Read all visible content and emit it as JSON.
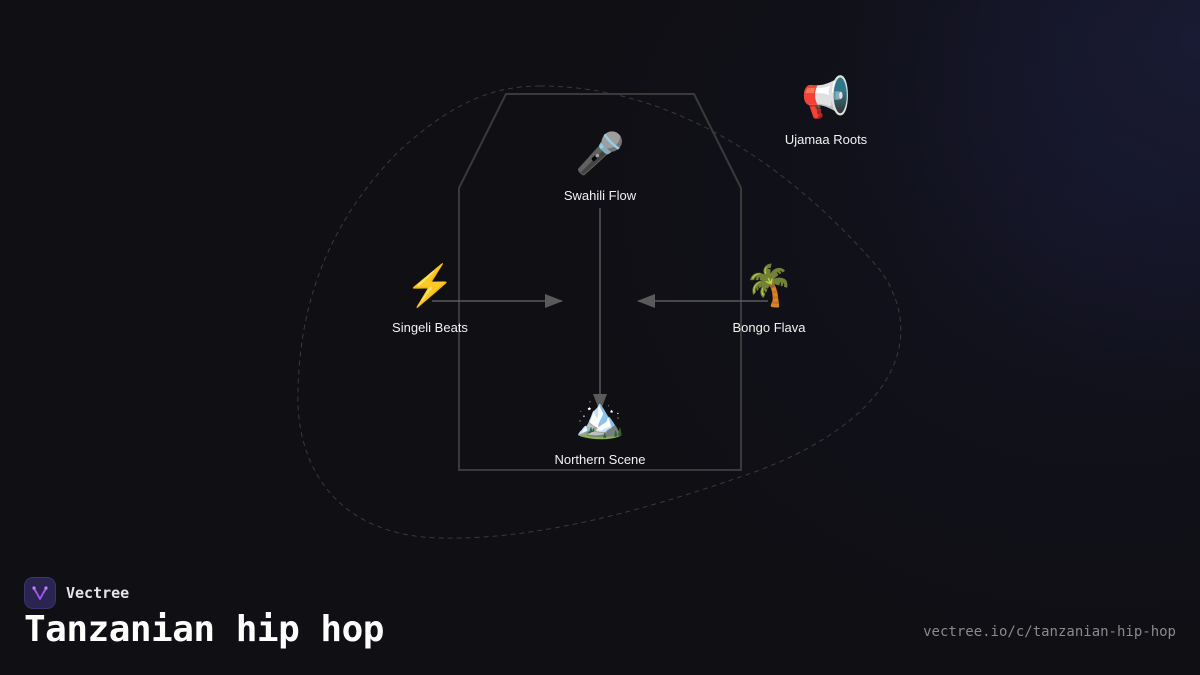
{
  "brand": {
    "name": "Vectree",
    "accent": "#a855f7"
  },
  "page": {
    "title": "Tanzanian hip hop",
    "url": "vectree.io/c/tanzanian-hip-hop"
  },
  "nodes": [
    {
      "id": "swahili-flow",
      "label": "Swahili Flow",
      "icon": "microphone-icon",
      "glyph": "🎤"
    },
    {
      "id": "singeli-beats",
      "label": "Singeli Beats",
      "icon": "lightning-icon",
      "glyph": "⚡"
    },
    {
      "id": "bongo-flava",
      "label": "Bongo Flava",
      "icon": "palm-tree-icon",
      "glyph": "🌴"
    },
    {
      "id": "northern-scene",
      "label": "Northern Scene",
      "icon": "mountain-icon",
      "glyph": "🏔️"
    },
    {
      "id": "ujamaa-roots",
      "label": "Ujamaa Roots",
      "icon": "megaphone-icon",
      "glyph": "📢"
    }
  ],
  "edges": [
    {
      "from": "swahili-flow",
      "to": "northern-scene"
    },
    {
      "from": "singeli-beats",
      "to": "center"
    },
    {
      "from": "bongo-flava",
      "to": "center"
    }
  ],
  "colors": {
    "background": "#0f0f14",
    "edge": "#5a5a5a",
    "group_outline": "#3a3a3a",
    "dashed_outline": "#3a3a3a",
    "label": "#f2f2f2",
    "url": "#8a8a8a"
  }
}
